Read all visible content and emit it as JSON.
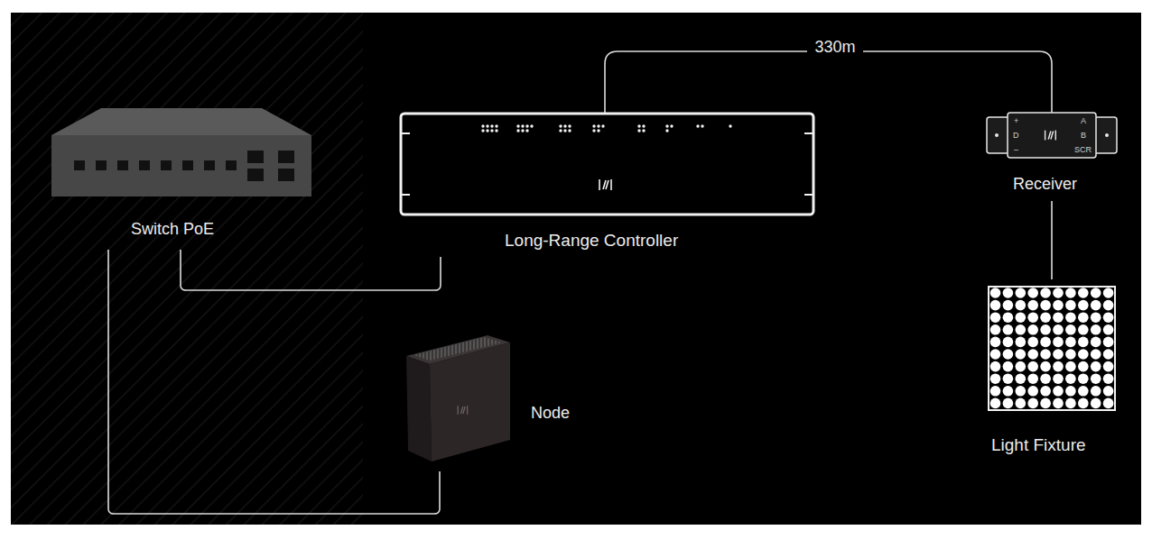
{
  "diagram": {
    "nodes": [
      {
        "text": [
          "Switch PoE"
        ]
      },
      {
        "text": [
          "Long-Range Controller"
        ]
      },
      {
        "text": [
          "Receiver"
        ]
      },
      {
        "text": [
          "Light Fixture"
        ]
      },
      {
        "text": [
          "Node"
        ]
      }
    ],
    "edges": [
      {
        "from": 0,
        "to": 1,
        "arrow": "none"
      },
      {
        "from": 1,
        "to": 2,
        "label": "330m",
        "arrow": "none"
      },
      {
        "from": 2,
        "to": 3,
        "arrow": "none"
      },
      {
        "from": 0,
        "to": 4,
        "arrow": "none"
      }
    ],
    "labels": [
      "+",
      "D",
      "–",
      "A",
      "B",
      "SCR"
    ]
  }
}
